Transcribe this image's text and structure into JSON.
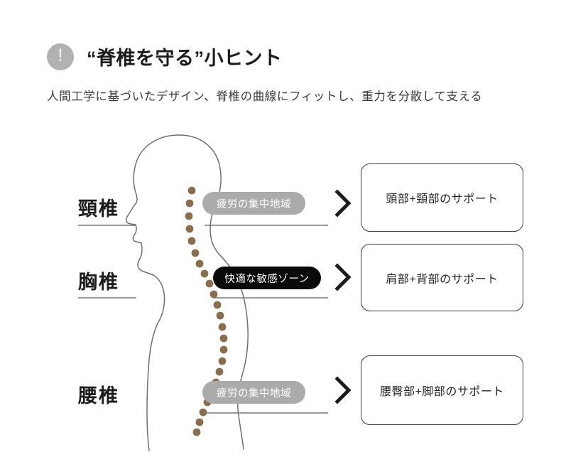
{
  "header": {
    "icon": "exclamation-circle-icon",
    "badge_glyph": "!",
    "title": "“脊椎を守る”小ヒント",
    "subtitle": "人間工学に基づいたデザイン、脊椎の曲線にフィットし、重力を分散して支える"
  },
  "diagram": {
    "spine_regions": [
      {
        "label": "頸椎"
      },
      {
        "label": "胸椎"
      },
      {
        "label": "腰椎"
      }
    ],
    "zone_pills": [
      {
        "label": "疲労の集中地域",
        "style": "gray"
      },
      {
        "label": "快適な敏感ゾーン",
        "style": "black"
      },
      {
        "label": "疲労の集中地域",
        "style": "gray"
      }
    ],
    "support_boxes": [
      {
        "label": "頭部+頸部のサポート"
      },
      {
        "label": "肩部+背部のサポート"
      },
      {
        "label": "腰臀部+脚部のサポート"
      }
    ],
    "arrow_icon": "chevron-right-icon",
    "body_silhouette": "human-side-profile-outline",
    "spine_marker": "vertebra-dot"
  },
  "colors": {
    "spine_dot": "#8a6d4a",
    "pill_gray": "#ababab",
    "pill_black": "#0a0a0a",
    "badge_gray": "#b2b2b2",
    "outline": "#6f6f6f",
    "box_border": "#3a3a3a",
    "text": "#1c1c1c",
    "background": "#ffffff"
  }
}
